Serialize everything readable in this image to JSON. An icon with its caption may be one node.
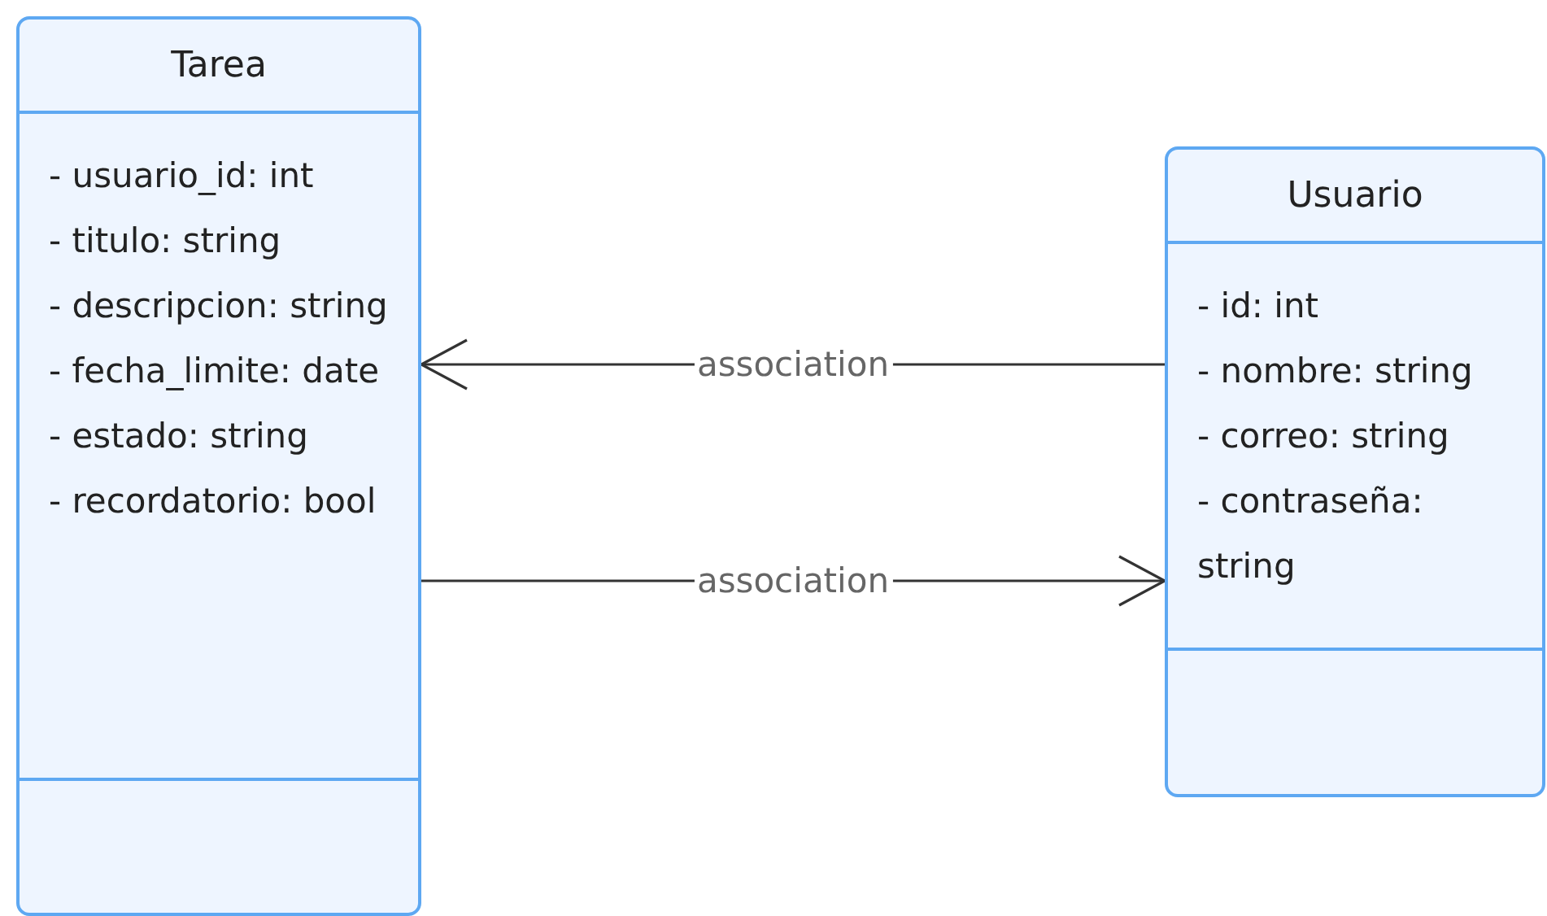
{
  "diagram": {
    "nodes": [
      {
        "text": [
          "Tarea",
          "- usuario_id: int",
          "- titulo: string",
          "- descripcion: string",
          "- fecha_limite: date",
          "- estado: string",
          "- recordatorio: bool"
        ]
      },
      {
        "text": [
          "Usuario",
          "- id: int",
          "- nombre: string",
          "- correo: string",
          "- contraseña: string"
        ]
      }
    ],
    "edges": [
      {
        "from": 1,
        "to": 0,
        "arrow": "to",
        "label": "association"
      },
      {
        "from": 0,
        "to": 1,
        "arrow": "to",
        "label": "association"
      }
    ]
  }
}
